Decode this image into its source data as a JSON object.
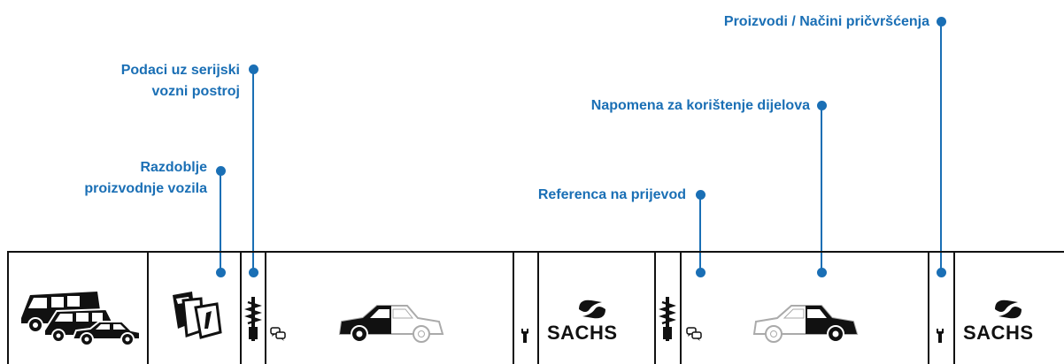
{
  "labels": {
    "production_period_line1": "Razdoblje",
    "production_period_line2": "proizvodnje vozila",
    "standard_chassis_line1": "Podaci uz serijski",
    "standard_chassis_line2": "vozni postroj",
    "translation_reference": "Referenca na prijevod",
    "usage_note": "Napomena za korištenje dijelova",
    "products_fastening": "Proizvodi / Načini pričvršćenja"
  },
  "brand": {
    "left": "SACHS",
    "right": "SACHS"
  },
  "icons": [
    "vehicle-types-icon",
    "calendar-pages-icon",
    "spring-damper-icon",
    "speech-bubbles-icon",
    "car-front-axle-icon",
    "wrench-icon",
    "sachs-logo-icon",
    "car-rear-axle-icon"
  ],
  "colors": {
    "accent": "#1a6fb5",
    "line": "#111111"
  }
}
